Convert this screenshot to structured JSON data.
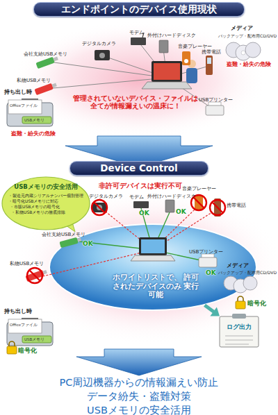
{
  "diagram": {
    "nodes": [
      {
        "text": [
          "エンドポイントのデバイス使用現状"
        ]
      },
      {
        "text": [
          "Officeファイル",
          "USBメモリ"
        ]
      },
      {
        "text": [
          "Device Control"
        ]
      },
      {
        "text": [
          "USBメモリの安全活用",
          "・製造元内蔵シリアルナンバー個別管理",
          "・暗号化USBメモリに対応",
          "・市販USBメモリの暗号化",
          "・私物USBメモリの徹底排除"
        ]
      },
      {
        "text": [
          "ホワイトリストで、 許可されたデバイスのみ 実行可能"
        ]
      },
      {
        "text": [
          "Officeファイル",
          "USBメモリ"
        ]
      },
      {
        "text": [
          "ログ出力"
        ]
      }
    ],
    "edges": [
      {
        "from": 4,
        "to": 6,
        "arrow": "to"
      }
    ],
    "labels": [
      "デジタルカメラ",
      "モデム",
      "外付けハードディスク",
      "音楽プレーヤー",
      "携帯電話",
      "メディア",
      "バックアップ・配布用CD/DVD",
      "会社支給USBメモリ",
      "私物USBメモリ",
      "USBプリンター",
      "盗難・紛失の危険",
      "管理されていないデバイス・ファイルは 全てが情報漏えいの温床に！",
      "持ち出し時",
      "盗難・紛失の危険",
      "非許可デバイスは実行不可",
      "デジタルカメラ",
      "モデム",
      "外付けハードディスク",
      "音楽プレーヤー",
      "携帯電話",
      "メディア",
      "バックアップ・配布用CD/DVD",
      "会社支給USBメモリ",
      "OK",
      "OK",
      "OK",
      "私物USBメモリ",
      "USBプリンター",
      "OK",
      "暗号化",
      "持ち出し時",
      "暗号化",
      "PC周辺機器からの情報漏えい防止",
      "データ紛失・盗難対策",
      "USBメモリの安全活用"
    ]
  }
}
